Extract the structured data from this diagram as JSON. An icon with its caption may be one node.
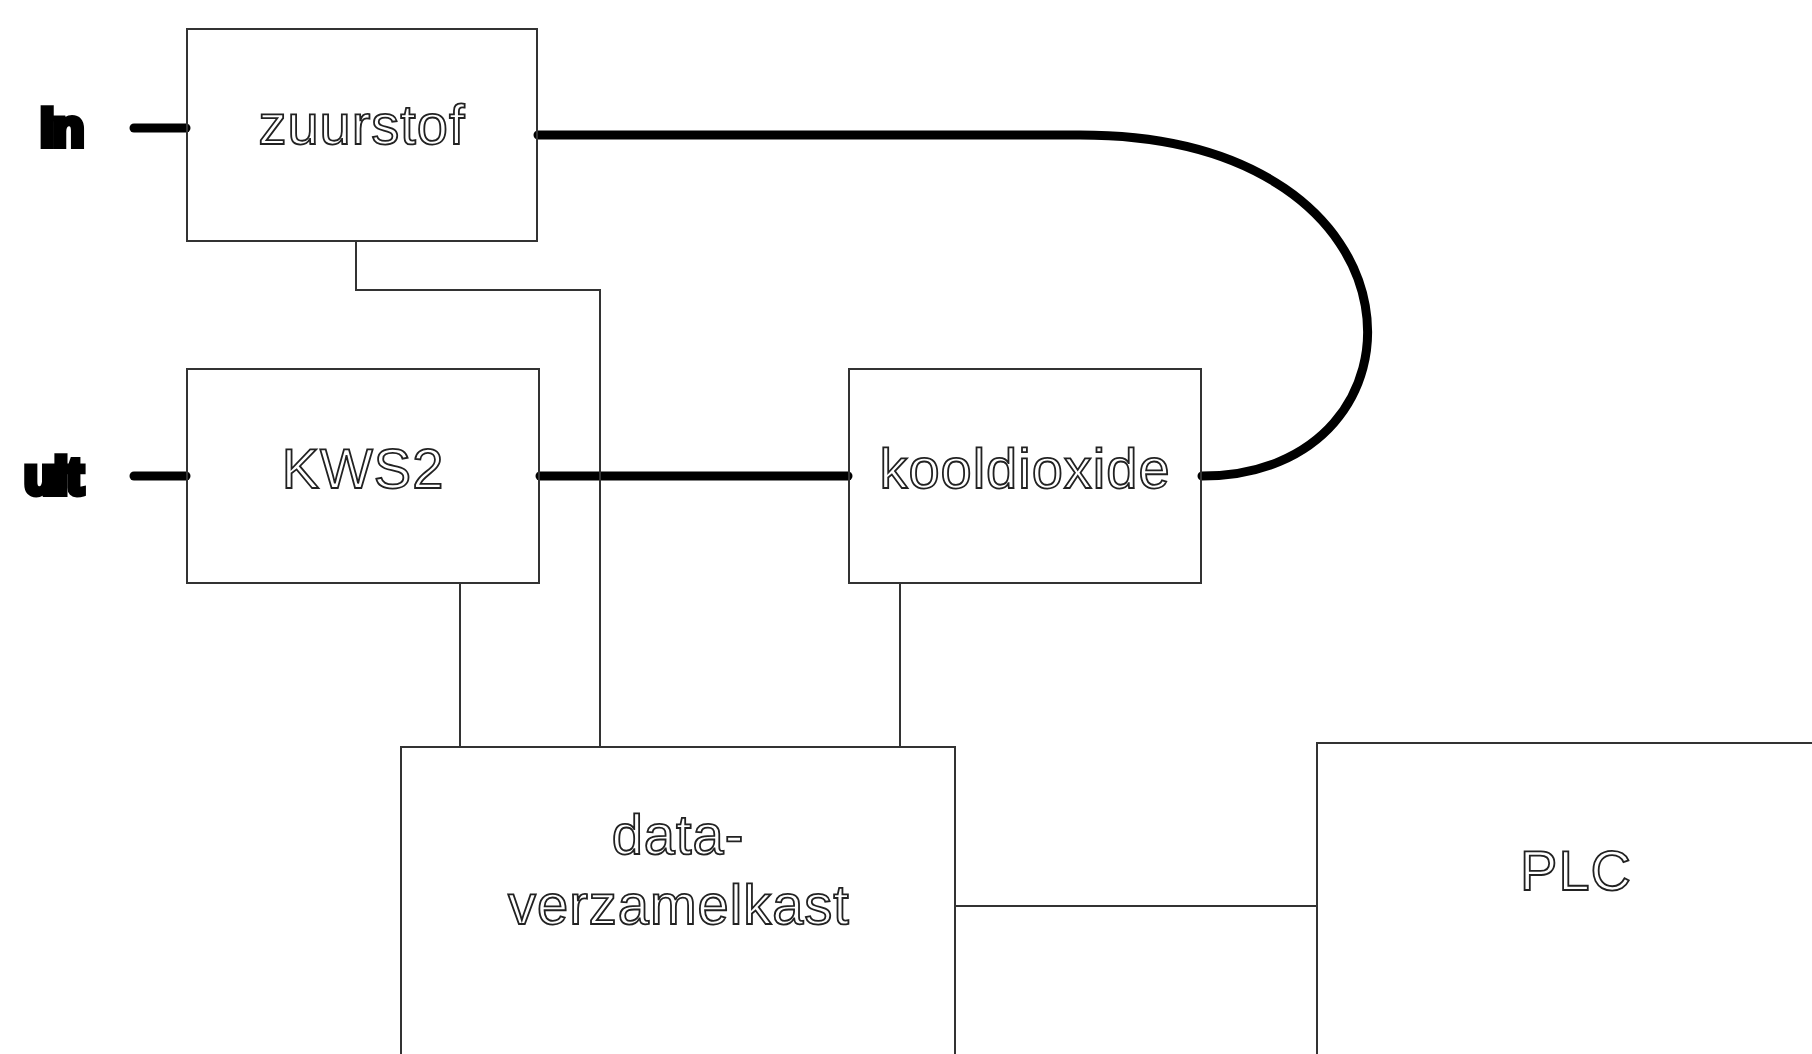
{
  "diagram": {
    "nodes": [
      {
        "text": [
          "in"
        ]
      },
      {
        "text": [
          "zuurstof"
        ]
      },
      {
        "text": [
          "uit"
        ]
      },
      {
        "text": [
          "KWS2"
        ]
      },
      {
        "text": [
          "kooldioxide"
        ]
      },
      {
        "text": [
          "data- verzamelkast"
        ]
      },
      {
        "text": [
          "PLC"
        ]
      }
    ],
    "edges": [
      {
        "from": 0,
        "to": 1,
        "arrow": "none",
        "style": "thick"
      },
      {
        "from": 1,
        "to": 4,
        "arrow": "none",
        "style": "thick"
      },
      {
        "from": 2,
        "to": 3,
        "arrow": "none",
        "style": "thick"
      },
      {
        "from": 3,
        "to": 4,
        "arrow": "none",
        "style": "thick"
      },
      {
        "from": 1,
        "to": 5,
        "arrow": "none"
      },
      {
        "from": 3,
        "to": 5,
        "arrow": "none"
      },
      {
        "from": 4,
        "to": 5,
        "arrow": "none"
      },
      {
        "from": 5,
        "to": 6,
        "arrow": "none"
      }
    ]
  }
}
